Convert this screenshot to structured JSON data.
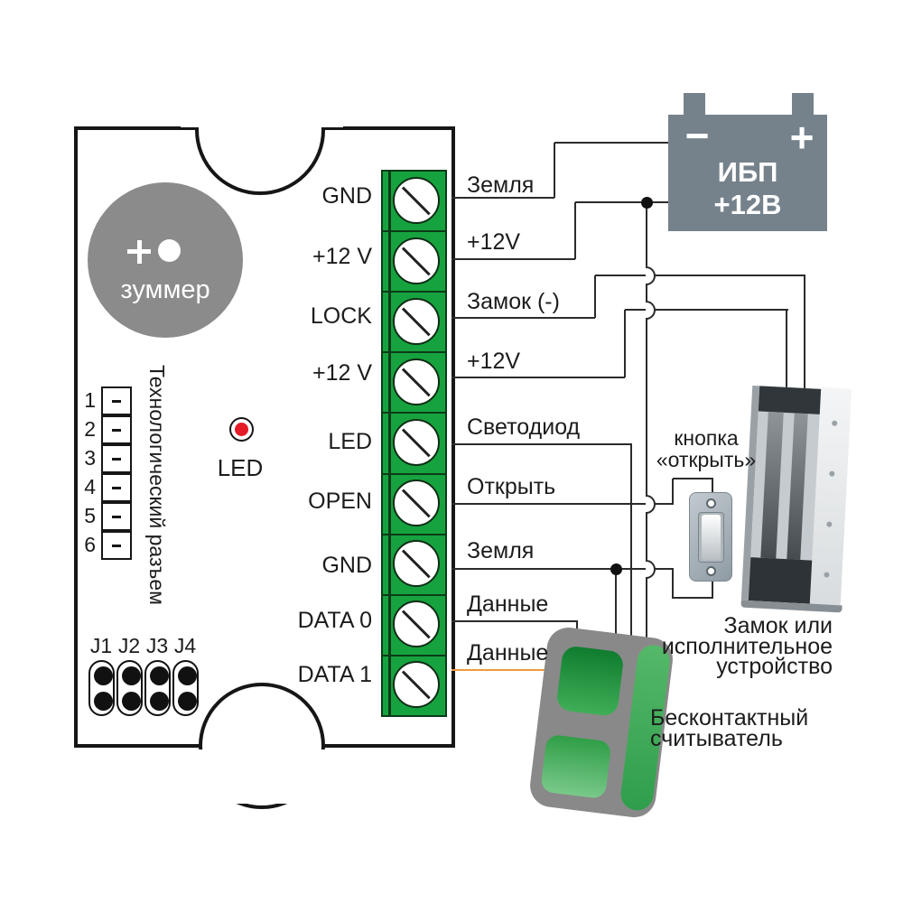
{
  "board": {
    "buzzer_label": "зуммер",
    "buzzer_plus": "+",
    "led_label": "LED",
    "tech_connector_label": "Технологический разъем",
    "tech_pins": [
      "1",
      "2",
      "3",
      "4",
      "5",
      "6"
    ],
    "tech_pin_mark": "-",
    "jumper_labels": [
      "J1",
      "J2",
      "J3",
      "J4"
    ],
    "terminals": [
      {
        "name": "GND",
        "wire_label": "Земля"
      },
      {
        "name": "+12 V",
        "wire_label": "+12V"
      },
      {
        "name": "LOCK",
        "wire_label": "Замок (-)"
      },
      {
        "name": "+12 V",
        "wire_label": "+12V"
      },
      {
        "name": "LED",
        "wire_label": "Светодиод"
      },
      {
        "name": "OPEN",
        "wire_label": "Открыть"
      },
      {
        "name": "GND",
        "wire_label": "Земля"
      },
      {
        "name": "DATA 0",
        "wire_label": "Данные"
      },
      {
        "name": "DATA 1",
        "wire_label": "Данные"
      }
    ]
  },
  "psu": {
    "minus_label": "−",
    "plus_label": "+",
    "name": "ИБП",
    "voltage": "+12В"
  },
  "open_button": {
    "line1": "кнопка",
    "line2": "«открыть»"
  },
  "lock": {
    "label_lines": [
      "Замок или",
      "исполнительное",
      "устройство"
    ]
  },
  "reader": {
    "label_lines": [
      "Бесконтактный",
      "считыватель"
    ]
  },
  "colors": {
    "terminal_green": "#16a33f",
    "wire": "#2b2b2b",
    "data1_wire_orange": "#f09a3c",
    "psu_gray": "#75828c",
    "buzzer_gray": "#8b8b8b",
    "led_red": "#e41c28",
    "reader_green": "#2f9e4c"
  }
}
